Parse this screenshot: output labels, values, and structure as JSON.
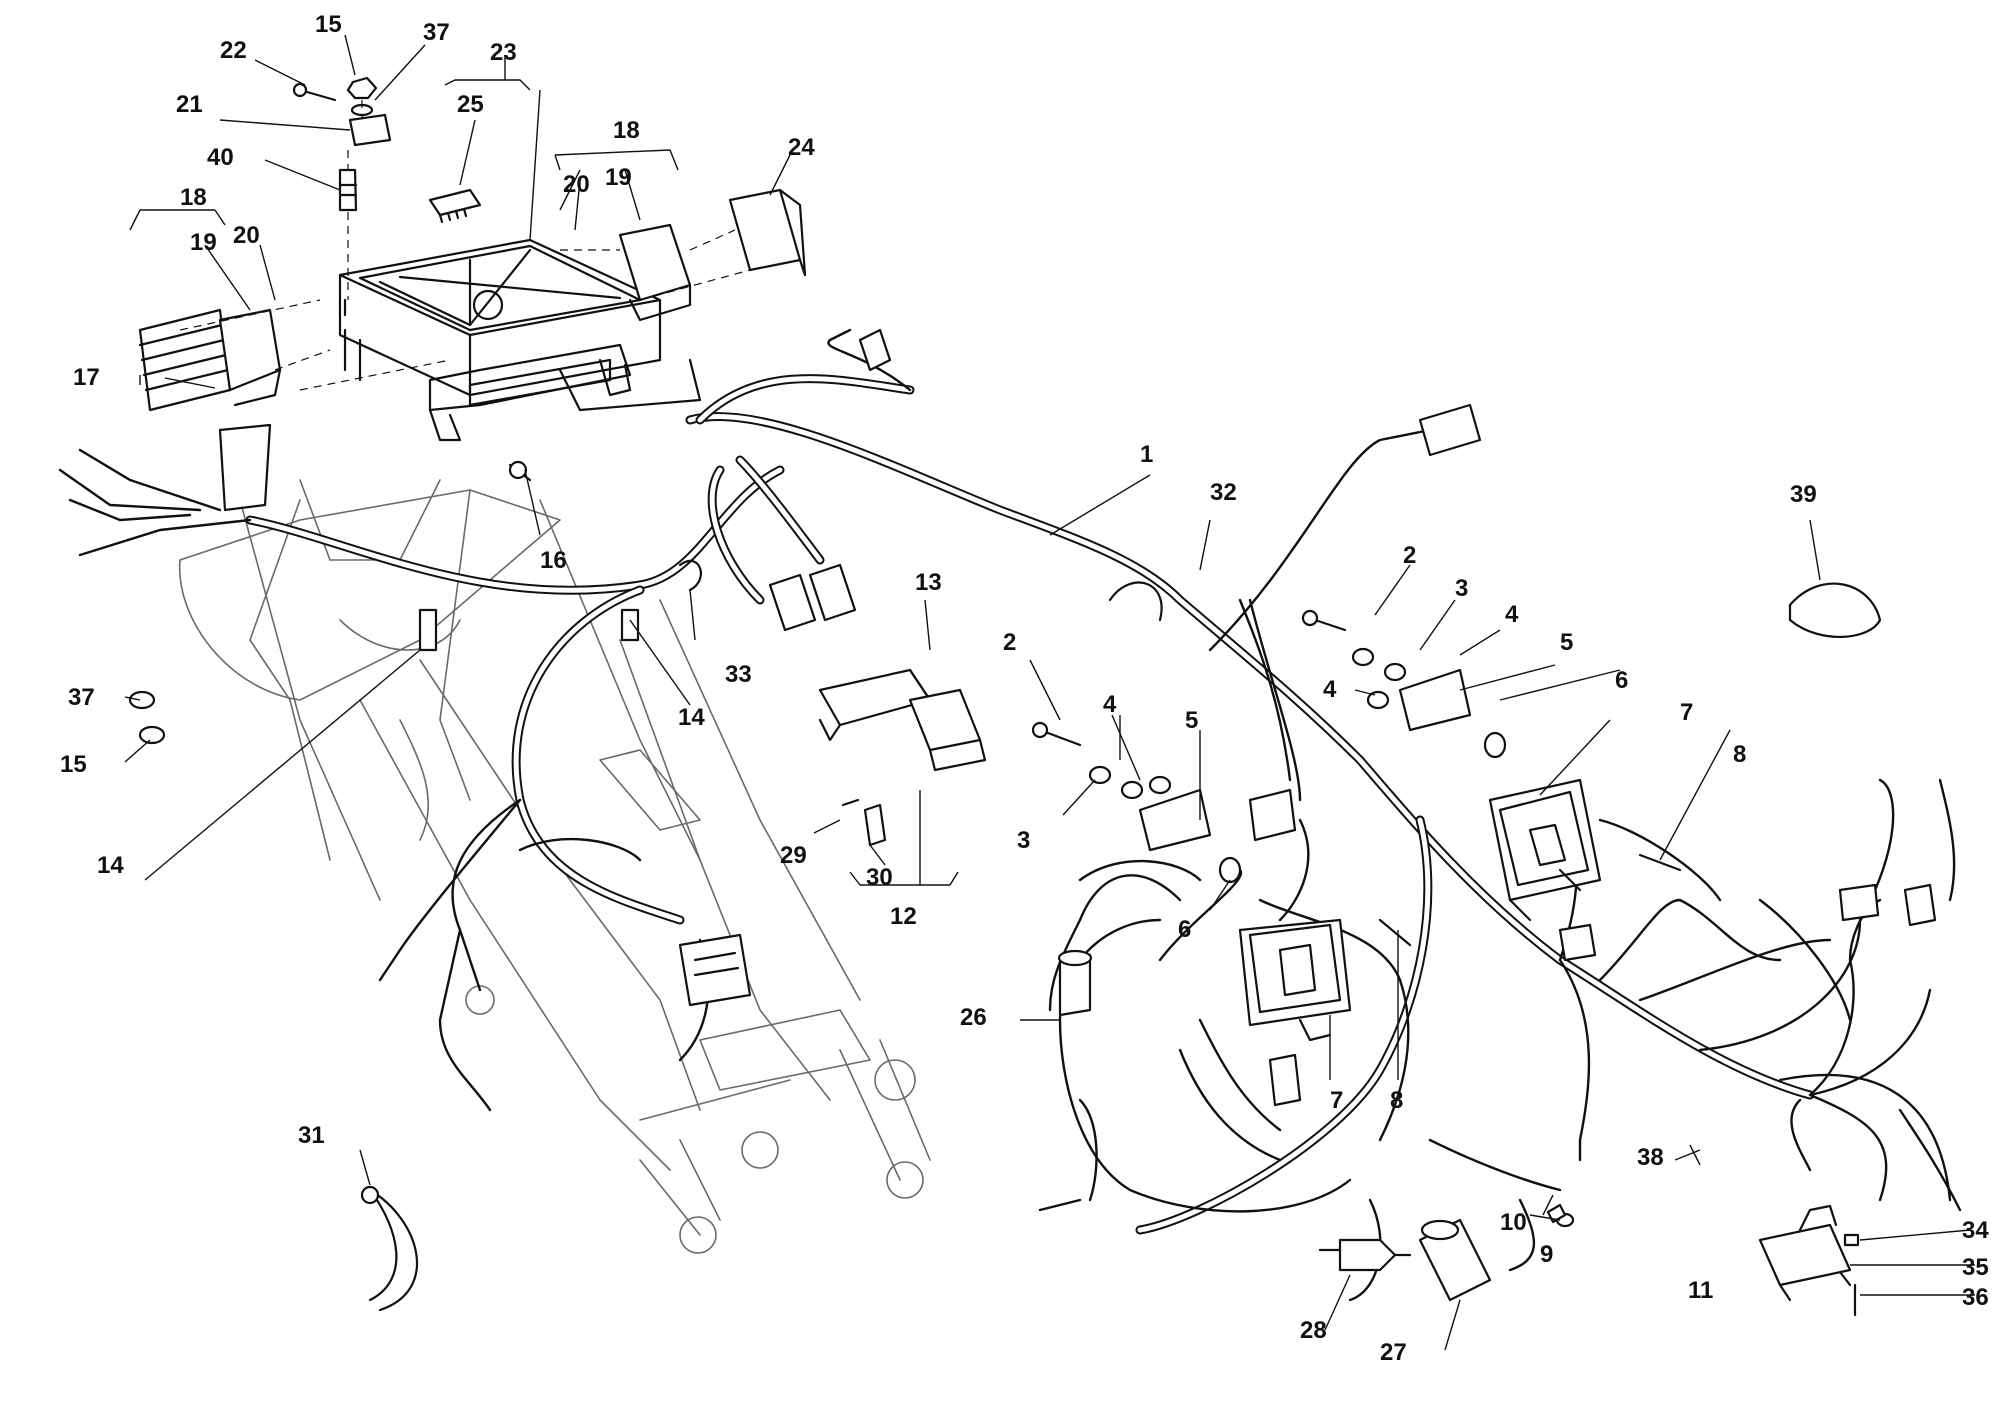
{
  "callouts": [
    {
      "id": "c1",
      "text": "1"
    },
    {
      "id": "c2a",
      "text": "2"
    },
    {
      "id": "c2b",
      "text": "2"
    },
    {
      "id": "c3a",
      "text": "3"
    },
    {
      "id": "c3b",
      "text": "3"
    },
    {
      "id": "c4a",
      "text": "4"
    },
    {
      "id": "c4b",
      "text": "4"
    },
    {
      "id": "c4c",
      "text": "4"
    },
    {
      "id": "c5a",
      "text": "5"
    },
    {
      "id": "c5b",
      "text": "5"
    },
    {
      "id": "c6a",
      "text": "6"
    },
    {
      "id": "c6b",
      "text": "6"
    },
    {
      "id": "c7a",
      "text": "7"
    },
    {
      "id": "c7b",
      "text": "7"
    },
    {
      "id": "c8a",
      "text": "8"
    },
    {
      "id": "c8b",
      "text": "8"
    },
    {
      "id": "c9",
      "text": "9"
    },
    {
      "id": "c10",
      "text": "10"
    },
    {
      "id": "c11",
      "text": "11"
    },
    {
      "id": "c12",
      "text": "12"
    },
    {
      "id": "c13",
      "text": "13"
    },
    {
      "id": "c14a",
      "text": "14"
    },
    {
      "id": "c14b",
      "text": "14"
    },
    {
      "id": "c15a",
      "text": "15"
    },
    {
      "id": "c15b",
      "text": "15"
    },
    {
      "id": "c16",
      "text": "16"
    },
    {
      "id": "c17",
      "text": "17"
    },
    {
      "id": "c18a",
      "text": "18"
    },
    {
      "id": "c18b",
      "text": "18"
    },
    {
      "id": "c19a",
      "text": "19"
    },
    {
      "id": "c19b",
      "text": "19"
    },
    {
      "id": "c20a",
      "text": "20"
    },
    {
      "id": "c20b",
      "text": "20"
    },
    {
      "id": "c21",
      "text": "21"
    },
    {
      "id": "c22",
      "text": "22"
    },
    {
      "id": "c23",
      "text": "23"
    },
    {
      "id": "c24",
      "text": "24"
    },
    {
      "id": "c25",
      "text": "25"
    },
    {
      "id": "c26",
      "text": "26"
    },
    {
      "id": "c27",
      "text": "27"
    },
    {
      "id": "c28",
      "text": "28"
    },
    {
      "id": "c29",
      "text": "29"
    },
    {
      "id": "c30",
      "text": "30"
    },
    {
      "id": "c31",
      "text": "31"
    },
    {
      "id": "c32",
      "text": "32"
    },
    {
      "id": "c33",
      "text": "33"
    },
    {
      "id": "c34",
      "text": "34"
    },
    {
      "id": "c35",
      "text": "35"
    },
    {
      "id": "c36",
      "text": "36"
    },
    {
      "id": "c37a",
      "text": "37"
    },
    {
      "id": "c37b",
      "text": "37"
    },
    {
      "id": "c38",
      "text": "38"
    },
    {
      "id": "c39",
      "text": "39"
    },
    {
      "id": "c40",
      "text": "40"
    }
  ]
}
